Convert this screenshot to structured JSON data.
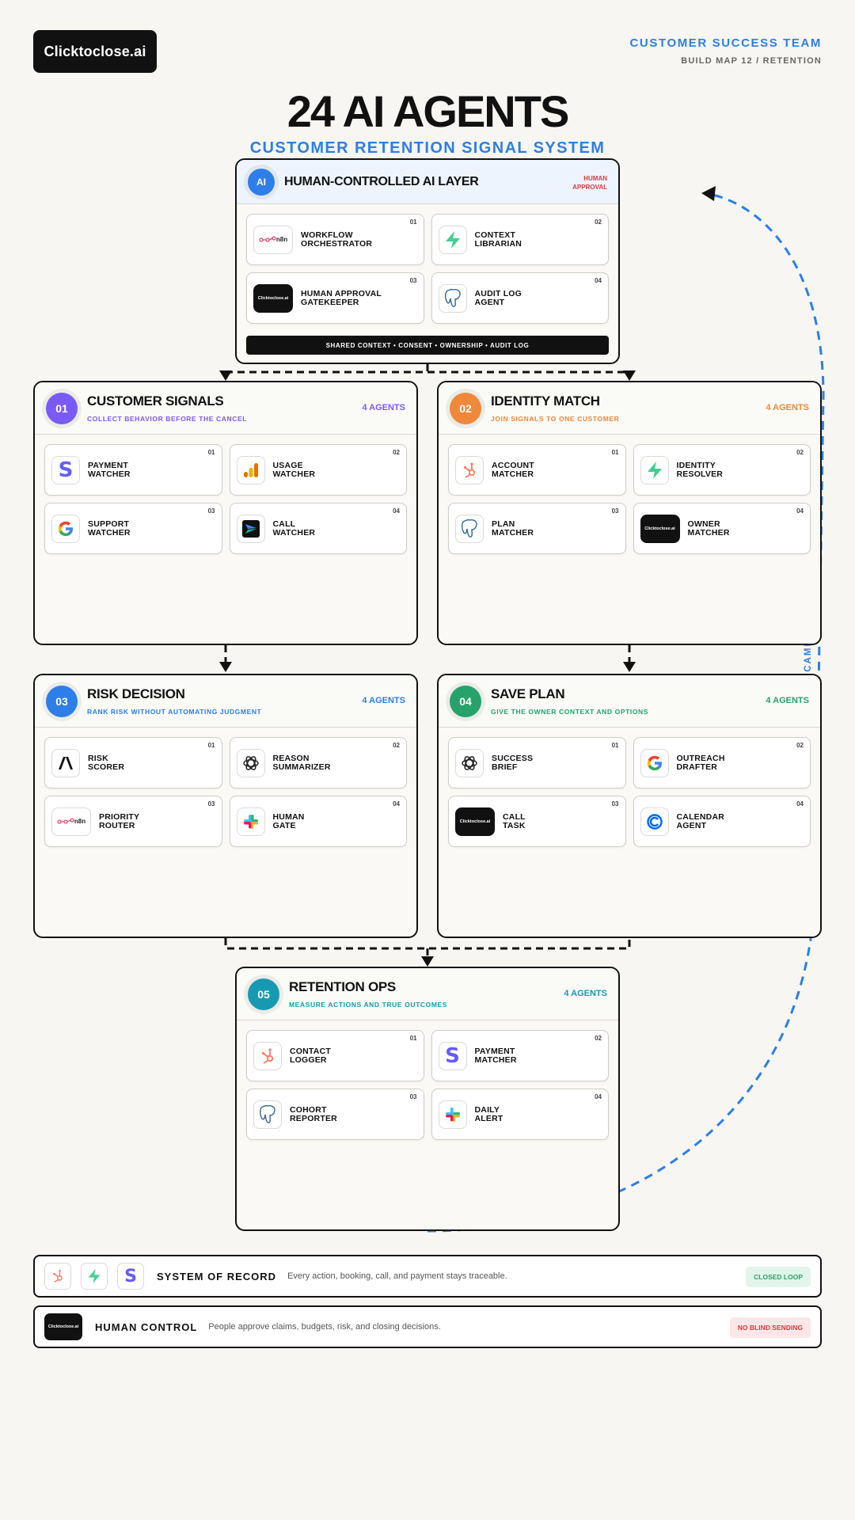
{
  "brand": {
    "logo": "Clicktoclose.ai"
  },
  "team": {
    "name": "CUSTOMER SUCCESS TEAM",
    "build": "BUILD MAP 12 / RETENTION"
  },
  "title": "24 AI AGENTS",
  "subtitle": "CUSTOMER RETENTION SIGNAL SYSTEM",
  "colors": {
    "accent": "#2d7ee8",
    "purple": "#7a5af5",
    "orange": "#f0883a",
    "blue": "#2d7ee8",
    "green": "#27a26b",
    "teal": "#1799b2",
    "red": "#e0393e"
  },
  "ai_layer": {
    "badge": "AI",
    "title": "HUMAN-CONTROLLED AI LAYER",
    "tag": "HUMAN\nAPPROVAL",
    "cards": [
      {
        "idx": "01",
        "label": "WORKFLOW\nORCHESTRATOR",
        "icon": "n8n-icon"
      },
      {
        "idx": "02",
        "label": "CONTEXT\nLIBRARIAN",
        "icon": "supabase-icon"
      },
      {
        "idx": "03",
        "label": "HUMAN APPROVAL\nGATEKEEPER",
        "icon": "clicktoclose-logo-icon"
      },
      {
        "idx": "04",
        "label": "AUDIT LOG\nAGENT",
        "icon": "postgres-icon"
      }
    ],
    "bar": "SHARED CONTEXT • CONSENT • OWNERSHIP • AUDIT LOG"
  },
  "sections": [
    {
      "num": "01",
      "title": "CUSTOMER SIGNALS",
      "subtitle": "COLLECT BEHAVIOR BEFORE THE CANCEL",
      "count": "4 AGENTS",
      "color": "#7a5af5",
      "cards": [
        {
          "idx": "01",
          "label": "PAYMENT\nWATCHER",
          "icon": "stripe-icon"
        },
        {
          "idx": "02",
          "label": "USAGE\nWATCHER",
          "icon": "analytics-icon"
        },
        {
          "idx": "03",
          "label": "SUPPORT\nWATCHER",
          "icon": "google-icon"
        },
        {
          "idx": "04",
          "label": "CALL\nWATCHER",
          "icon": "call-recorder-icon"
        }
      ]
    },
    {
      "num": "02",
      "title": "IDENTITY MATCH",
      "subtitle": "JOIN SIGNALS TO ONE CUSTOMER",
      "count": "4 AGENTS",
      "color": "#f0883a",
      "cards": [
        {
          "idx": "01",
          "label": "ACCOUNT\nMATCHER",
          "icon": "hubspot-icon"
        },
        {
          "idx": "02",
          "label": "IDENTITY\nRESOLVER",
          "icon": "supabase-icon"
        },
        {
          "idx": "03",
          "label": "PLAN\nMATCHER",
          "icon": "postgres-icon"
        },
        {
          "idx": "04",
          "label": "OWNER\nMATCHER",
          "icon": "clicktoclose-logo-icon"
        }
      ]
    },
    {
      "num": "03",
      "title": "RISK DECISION",
      "subtitle": "RANK RISK WITHOUT AUTOMATING JUDGMENT",
      "count": "4 AGENTS",
      "color": "#2d7ee8",
      "cards": [
        {
          "idx": "01",
          "label": "RISK\nSCORER",
          "icon": "anthropic-icon"
        },
        {
          "idx": "02",
          "label": "REASON\nSUMMARIZER",
          "icon": "openai-icon"
        },
        {
          "idx": "03",
          "label": "PRIORITY\nROUTER",
          "icon": "n8n-icon"
        },
        {
          "idx": "04",
          "label": "HUMAN\nGATE",
          "icon": "slack-icon"
        }
      ]
    },
    {
      "num": "04",
      "title": "SAVE PLAN",
      "subtitle": "GIVE THE OWNER CONTEXT AND OPTIONS",
      "count": "4 AGENTS",
      "color": "#27a26b",
      "cards": [
        {
          "idx": "01",
          "label": "SUCCESS\nBRIEF",
          "icon": "openai-icon"
        },
        {
          "idx": "02",
          "label": "OUTREACH\nDRAFTER",
          "icon": "google-icon"
        },
        {
          "idx": "03",
          "label": "CALL\nTASK",
          "icon": "clicktoclose-logo-icon"
        },
        {
          "idx": "04",
          "label": "CALENDAR\nAGENT",
          "icon": "calendly-icon"
        }
      ]
    },
    {
      "num": "05",
      "title": "RETENTION OPS",
      "subtitle": "MEASURE ACTIONS AND TRUE OUTCOMES",
      "count": "4 AGENTS",
      "color": "#1799b2",
      "cards": [
        {
          "idx": "01",
          "label": "CONTACT\nLOGGER",
          "icon": "hubspot-icon"
        },
        {
          "idx": "02",
          "label": "PAYMENT\nMATCHER",
          "icon": "stripe-icon"
        },
        {
          "idx": "03",
          "label": "COHORT\nREPORTER",
          "icon": "postgres-icon"
        },
        {
          "idx": "04",
          "label": "DAILY\nALERT",
          "icon": "slack-icon"
        }
      ]
    }
  ],
  "feedback_label": "CASH DATA FEEDS THE NEXT CAMPAIGN",
  "footer": [
    {
      "title": "SYSTEM OF RECORD",
      "desc": "Every action, booking, call, and payment stays traceable.",
      "badge": "CLOSED LOOP",
      "icons": [
        "hubspot-icon",
        "supabase-icon",
        "stripe-icon"
      ]
    },
    {
      "title": "HUMAN CONTROL",
      "desc": "People approve claims, budgets, risk, and closing decisions.",
      "badge": "NO BLIND SENDING",
      "icons": [
        "clicktoclose-logo-icon"
      ]
    }
  ]
}
